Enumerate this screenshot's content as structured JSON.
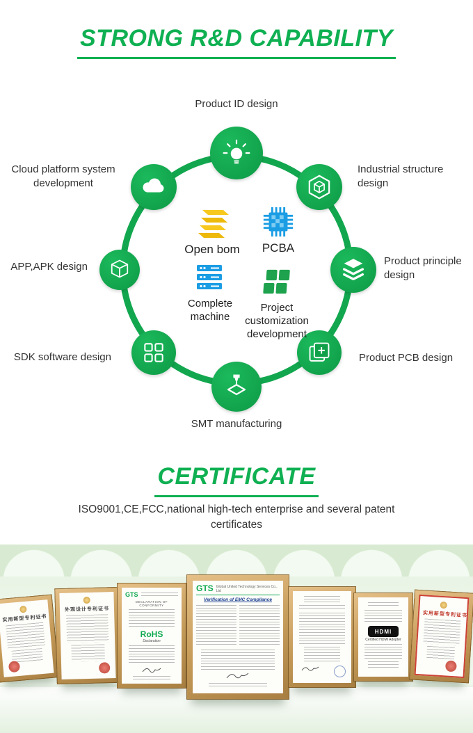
{
  "colors": {
    "green": "#0FA950",
    "yellow": "#F7C91E",
    "blue": "#1B9DE4",
    "text": "#333333",
    "frame_gold": "#C9A164",
    "shelf_background": "#E9F4E5"
  },
  "rd_section": {
    "title": "STRONG R&D CAPABILITY"
  },
  "diagram": {
    "nodes": [
      {
        "label": "Product ID design",
        "icon": "lightbulb-icon"
      },
      {
        "label": "Industrial structure design",
        "icon": "hexagon-cube-icon"
      },
      {
        "label": "Product principle design",
        "icon": "stacked-layers-icon"
      },
      {
        "label": "Product PCB design",
        "icon": "pcb-plus-icon"
      },
      {
        "label": "SMT manufacturing",
        "icon": "smt-nozzle-icon"
      },
      {
        "label": "SDK software design",
        "icon": "grid-icon"
      },
      {
        "label": "APP,APK design",
        "icon": "cube-box-icon"
      },
      {
        "label": "Cloud platform system development",
        "icon": "cloud-icon"
      }
    ],
    "center_items": [
      {
        "label": "Open bom",
        "icon": "bom-stack-icon",
        "color": "#F7C91E"
      },
      {
        "label": "PCBA",
        "icon": "chip-icon",
        "color": "#1B9DE4"
      },
      {
        "label": "Complete machine",
        "icon": "server-stack-icon",
        "color": "#1B9DE4"
      },
      {
        "label": "Project customization development",
        "icon": "green-squares-icon",
        "color": "#1EA24D"
      }
    ]
  },
  "certificate_section": {
    "title": "CERTIFICATE",
    "subtitle": "ISO9001,CE,FCC,national high-tech enterprise and several patent certificates",
    "certificates": [
      {
        "name": "utility-model-patent-certificate",
        "heading": "实用新型专利证书"
      },
      {
        "name": "design-patent-certificate",
        "heading": "外观设计专利证书"
      },
      {
        "name": "rohs-declaration-certificate",
        "brand": "GTS",
        "heading": "DECLARATION OF CONFORMITY",
        "body": "RoHS",
        "subheading": "Declaration"
      },
      {
        "name": "emc-compliance-certificate",
        "brand": "GTS",
        "company": "Global United Technology Services Co., Ltd",
        "heading": "Verification of EMC Compliance"
      },
      {
        "name": "approval-certificate"
      },
      {
        "name": "hdmi-adopter-certificate",
        "brand": "HDMI",
        "caption": "Certified HDMI Adopter"
      },
      {
        "name": "patent-certificate-red",
        "heading": "实用新型专利证书"
      }
    ]
  }
}
